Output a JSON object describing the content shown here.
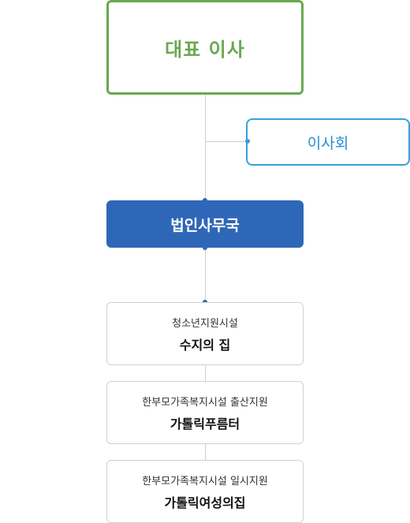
{
  "colors": {
    "ceo_border": "#6aa84f",
    "board_border": "#3aa0d8",
    "office_fill": "#2f67b8",
    "connector": "#cfcfcf",
    "dot_office": "#2f67b8",
    "dot_board": "#3aa0d8"
  },
  "ceo": {
    "label": "대표 이사"
  },
  "board": {
    "label": "이사회"
  },
  "office": {
    "label": "법인사무국"
  },
  "facilities": [
    {
      "subtitle": "청소년지원시설",
      "name": "수지의 집"
    },
    {
      "subtitle": "한부모가족복지시설 출산지원",
      "name": "가톨릭푸름터"
    },
    {
      "subtitle": "한부모가족복지시설 일시지원",
      "name": "가톨릭여성의집"
    }
  ]
}
